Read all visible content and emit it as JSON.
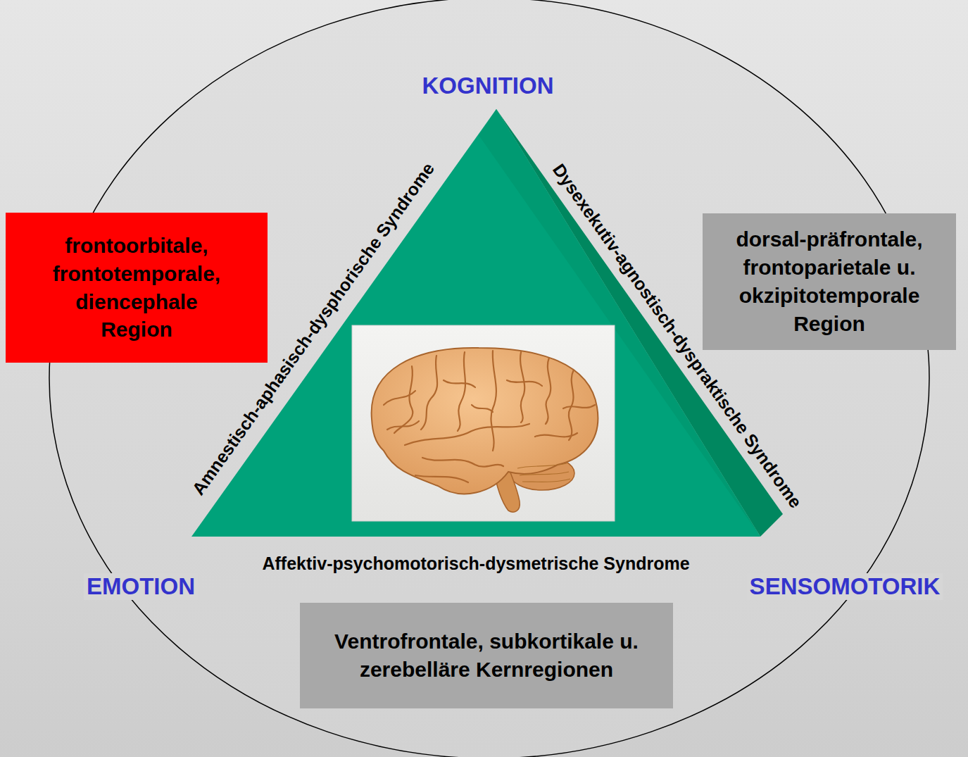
{
  "diagram": {
    "nodes": [
      {
        "text": [
          "frontoorbitale, frontotemporale, diencephale Region"
        ]
      },
      {
        "text": [
          "dorsal-präfrontale, frontoparietale u. okzipitotemporale Region"
        ]
      },
      {
        "text": [
          "Ventrofrontale, subkortikale u. zerebelläre Kernregionen"
        ]
      }
    ],
    "labels": [
      "KOGNITION",
      "Amnestisch-aphasisch-dysphorische Syndrome",
      "Dysexekutiv-agnostisch-dyspraktische Syndrome",
      "Affektiv-psychomotorisch-dysmetrische Syndrome",
      "EMOTION",
      "SENSOMOTORIK"
    ]
  }
}
